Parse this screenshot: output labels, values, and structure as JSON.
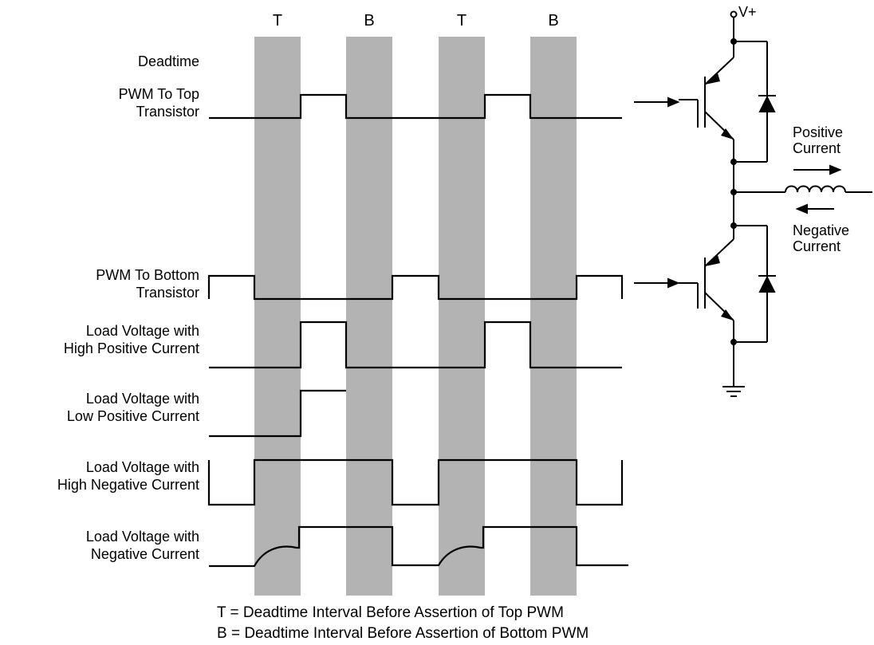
{
  "columns": [
    "T",
    "B",
    "T",
    "B"
  ],
  "signals": {
    "deadtime": "Deadtime",
    "pwm_top": [
      "PWM To Top",
      "Transistor"
    ],
    "pwm_bottom": [
      "PWM To Bottom",
      "Transistor"
    ],
    "hi_pos": [
      "Load Voltage with",
      "High Positive Current"
    ],
    "lo_pos": [
      "Load Voltage with",
      "Low Positive Current"
    ],
    "hi_neg": [
      "Load Voltage with",
      "High Negative Current"
    ],
    "neg": [
      "Load Voltage with",
      "Negative Current"
    ]
  },
  "circuit": {
    "supply": "V+",
    "positive_current": [
      "Positive",
      "Current"
    ],
    "negative_current": [
      "Negative",
      "Current"
    ]
  },
  "legend": {
    "t": "T = Deadtime Interval Before Assertion of Top PWM",
    "b": "B = Deadtime Interval Before Assertion of Bottom PWM"
  },
  "colors": {
    "deadtime_band": "#b3b3b3",
    "trace": "#000000"
  }
}
